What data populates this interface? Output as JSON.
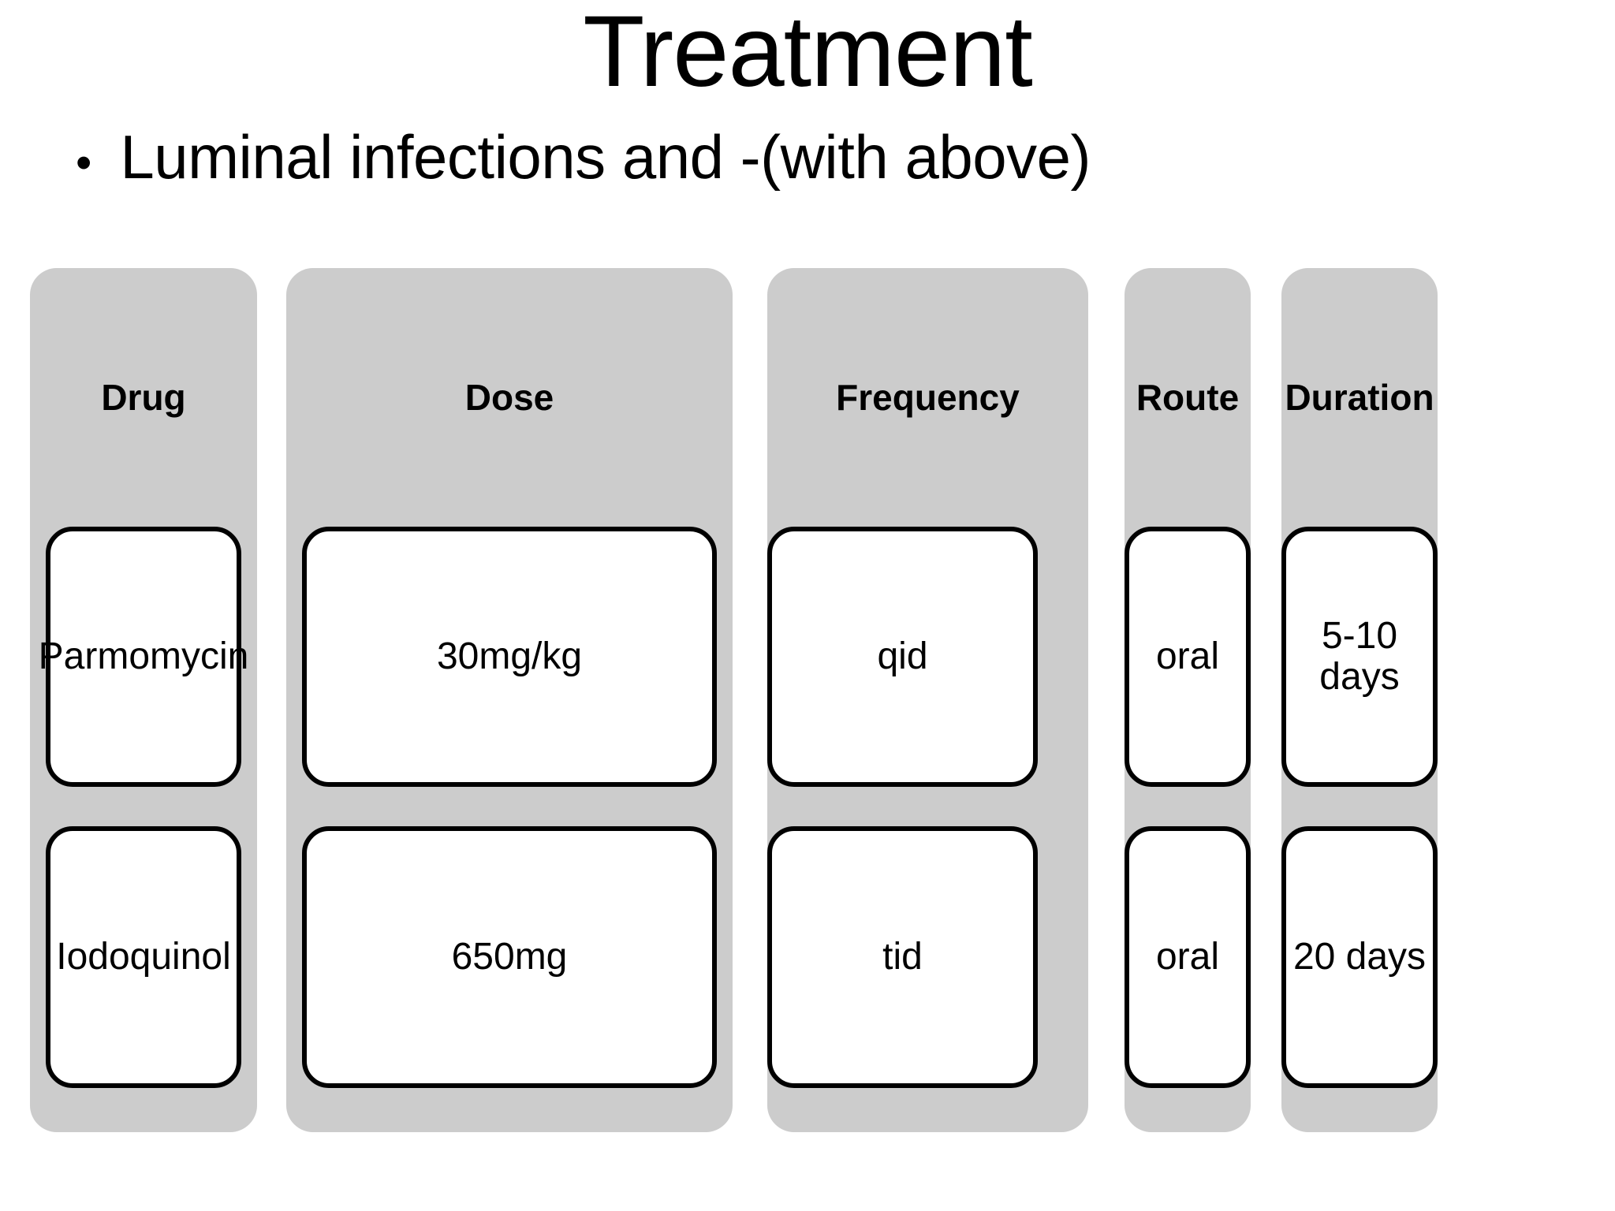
{
  "slide": {
    "title": "Treatment",
    "bullet": {
      "marker": "•",
      "text": "Luminal infections and  -(with above)"
    }
  },
  "table": {
    "headers": [
      "Drug",
      "Dose",
      "Frequency",
      "Route",
      "Duration"
    ],
    "rows": [
      {
        "drug": "Parmomycin",
        "dose": "30mg/kg",
        "frequency": "qid",
        "route": "oral",
        "duration": "5-10\ndays"
      },
      {
        "drug": "Iodoquinol",
        "dose": "650mg",
        "frequency": "tid",
        "route": "oral",
        "duration": "20 days"
      }
    ]
  },
  "colors": {
    "column_background": "#cccccc",
    "cell_background": "#ffffff",
    "cell_border": "#000000",
    "text": "#000000",
    "slide_background": "#ffffff"
  }
}
